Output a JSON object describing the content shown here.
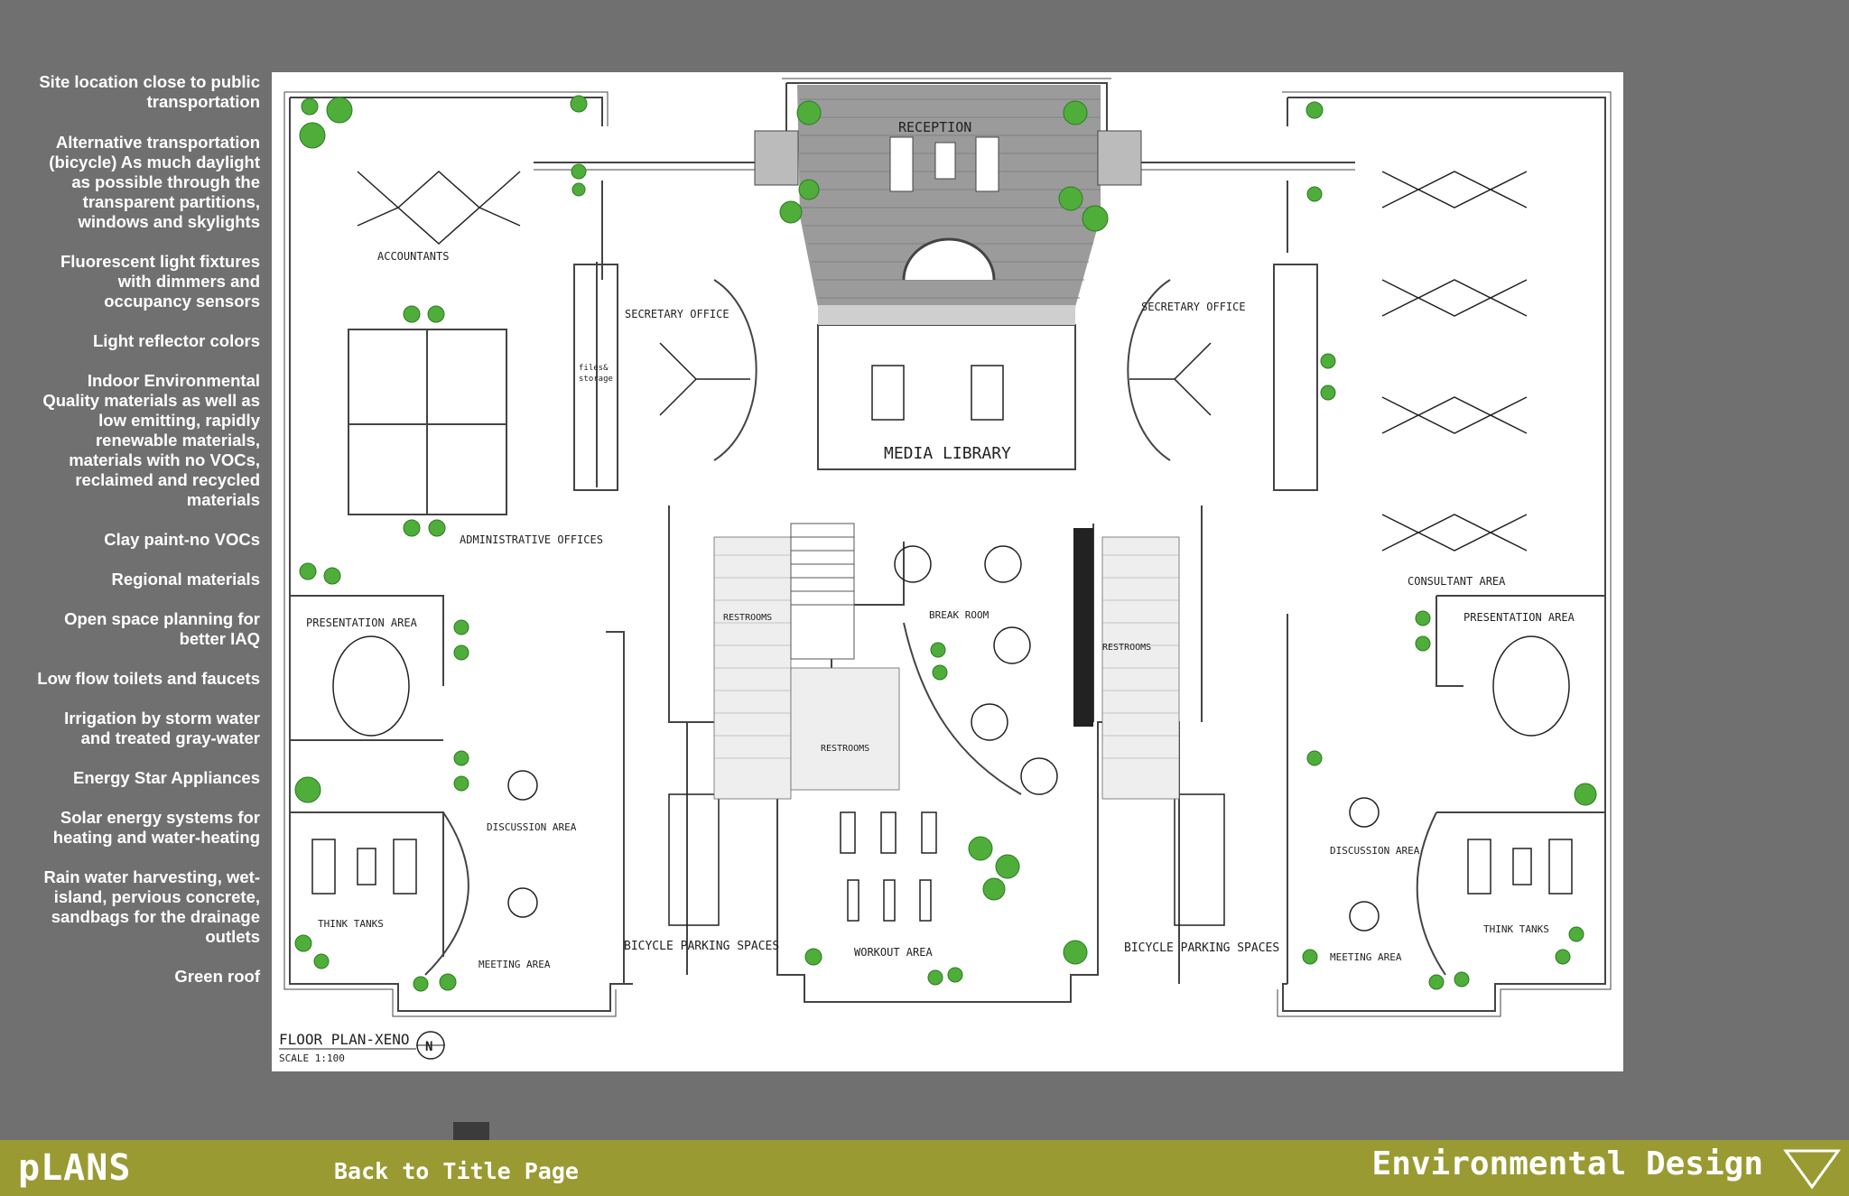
{
  "sidebar": {
    "notes": [
      "Site location close to public transportation",
      "Alternative transportation (bicycle) As much daylight as possible through the transparent partitions, windows and skylights",
      "Fluorescent light fixtures with dimmers and occupancy sensors",
      "Light reflector colors",
      "Indoor Environmental Quality materials as well as low emitting, rapidly renewable materials, materials with no VOCs, reclaimed and recycled materials",
      "Clay paint-no VOCs",
      "Regional materials",
      "Open space planning for better IAQ",
      "Low flow toilets and faucets",
      "Irrigation by storm water and treated gray-water",
      "Energy Star Appliances",
      "Solar energy systems for heating and water-heating",
      "Rain water harvesting, wet-island, pervious concrete, sandbags for the drainage outlets",
      "Green roof"
    ]
  },
  "plan": {
    "labels": {
      "reception": "RECEPTION",
      "accountants": "ACCOUNTANTS",
      "secretary_left": "SECRETARY OFFICE",
      "secretary_right": "SECRETARY OFFICE",
      "files": "files&",
      "storage": "storage",
      "media_library": "MEDIA LIBRARY",
      "administrative_offices": "ADMINISTRATIVE OFFICES",
      "consultant_area": "CONSULTANT AREA",
      "presentation_left": "PRESENTATION AREA",
      "presentation_right": "PRESENTATION AREA",
      "restrooms_left": "RESTROOMS",
      "restrooms_right": "RESTROOMS",
      "restrooms_center": "RESTROOMS",
      "break_room": "BREAK ROOM",
      "discussion_left": "DISCUSSION AREA",
      "discussion_right": "DISCUSSION AREA",
      "think_tanks_left": "THINK TANKS",
      "think_tanks_right": "THINK TANKS",
      "meeting_left": "MEETING AREA",
      "meeting_right": "MEETING AREA",
      "bicycle_left": "BICYCLE PARKING SPACES",
      "bicycle_right": "BICYCLE PARKING SPACES",
      "workout_area": "WORKOUT AREA",
      "plan_title": "FLOOR PLAN-XENO",
      "scale": "SCALE 1:100",
      "north": "N"
    }
  },
  "footer": {
    "section_title": "pLANS",
    "back_link": "Back to Title Page",
    "course_title": "Environmental Design"
  },
  "colors": {
    "background": "#707070",
    "footer_bar": "#9a9a33",
    "plant_green": "#4fae3a",
    "text": "#ffffff"
  },
  "icons": {
    "menu_toggle": "triangle-down-icon",
    "north_arrow": "north-arrow-icon"
  }
}
